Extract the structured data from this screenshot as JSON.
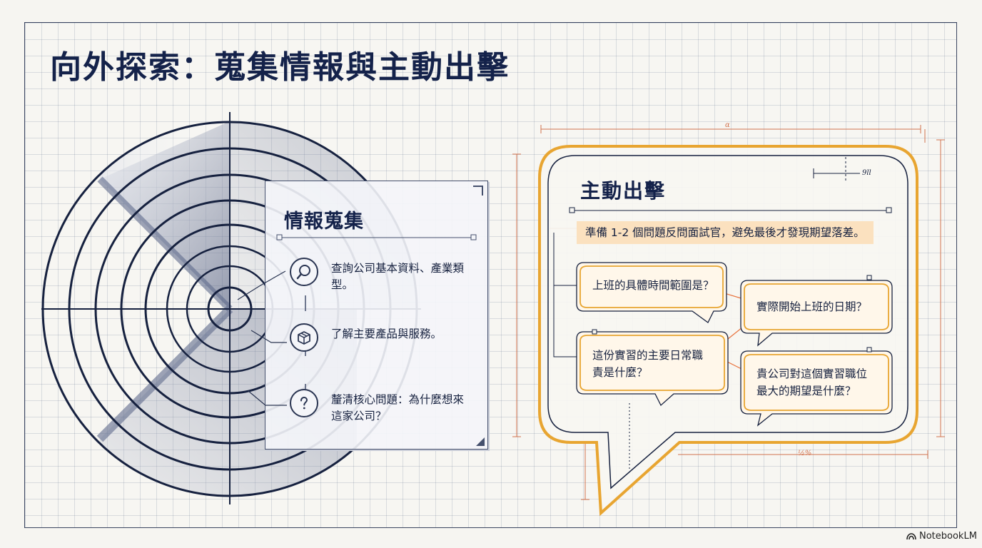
{
  "page": {
    "title": "向外探索：蒐集情報與主動出擊"
  },
  "left_card": {
    "title": "情報蒐集",
    "items": [
      {
        "icon": "search-icon",
        "text": "查詢公司基本資料、產業類型。"
      },
      {
        "icon": "package-icon",
        "text": "了解主要產品與服務。"
      },
      {
        "icon": "question-icon",
        "text": "釐清核心問題：為什麼想來這家公司？"
      }
    ]
  },
  "right_panel": {
    "title": "主動出擊",
    "tip": "準備 1-2 個問題反問面試官，避免最後才發現期望落差。",
    "questions": [
      "上班的具體時間範圍是？",
      "實際開始上班的日期？",
      "這份實習的主要日常職責是什麼？",
      "貴公司對這個實習職位最大的期望是什麼？"
    ],
    "accent_color": "#e8a531",
    "tip_color": "#fbe1bf"
  },
  "annotations": {
    "top": "α",
    "corner": "9ll",
    "bottom": "½%"
  },
  "brand": {
    "label": "NotebookLM"
  },
  "colors": {
    "navy": "#14224a",
    "dimension": "#d2734f"
  }
}
